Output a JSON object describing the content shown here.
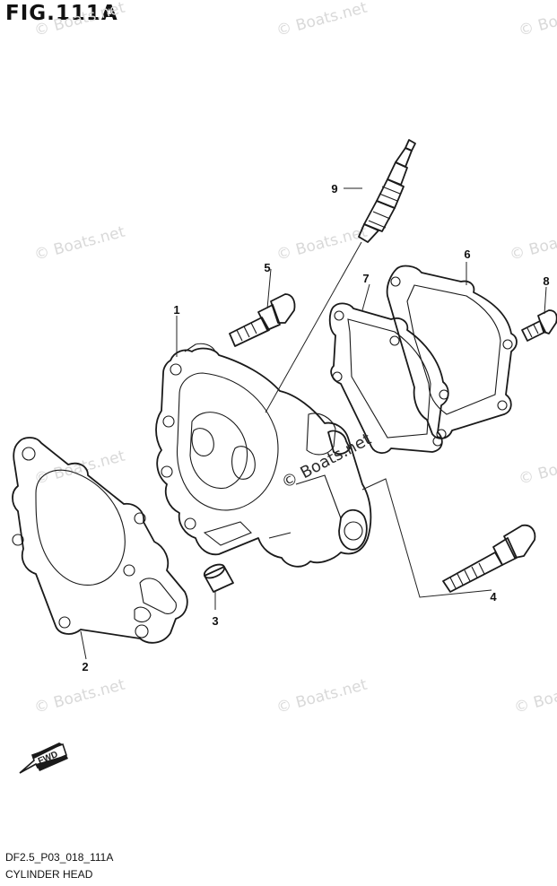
{
  "figure": {
    "title": "FIG.111A",
    "code": "DF2.5_P03_018_111A",
    "name": "CYLINDER HEAD"
  },
  "callouts": [
    "1",
    "2",
    "3",
    "4",
    "5",
    "6",
    "7",
    "8",
    "9"
  ],
  "watermark": "© Boats.net",
  "direction_label": "FWD"
}
